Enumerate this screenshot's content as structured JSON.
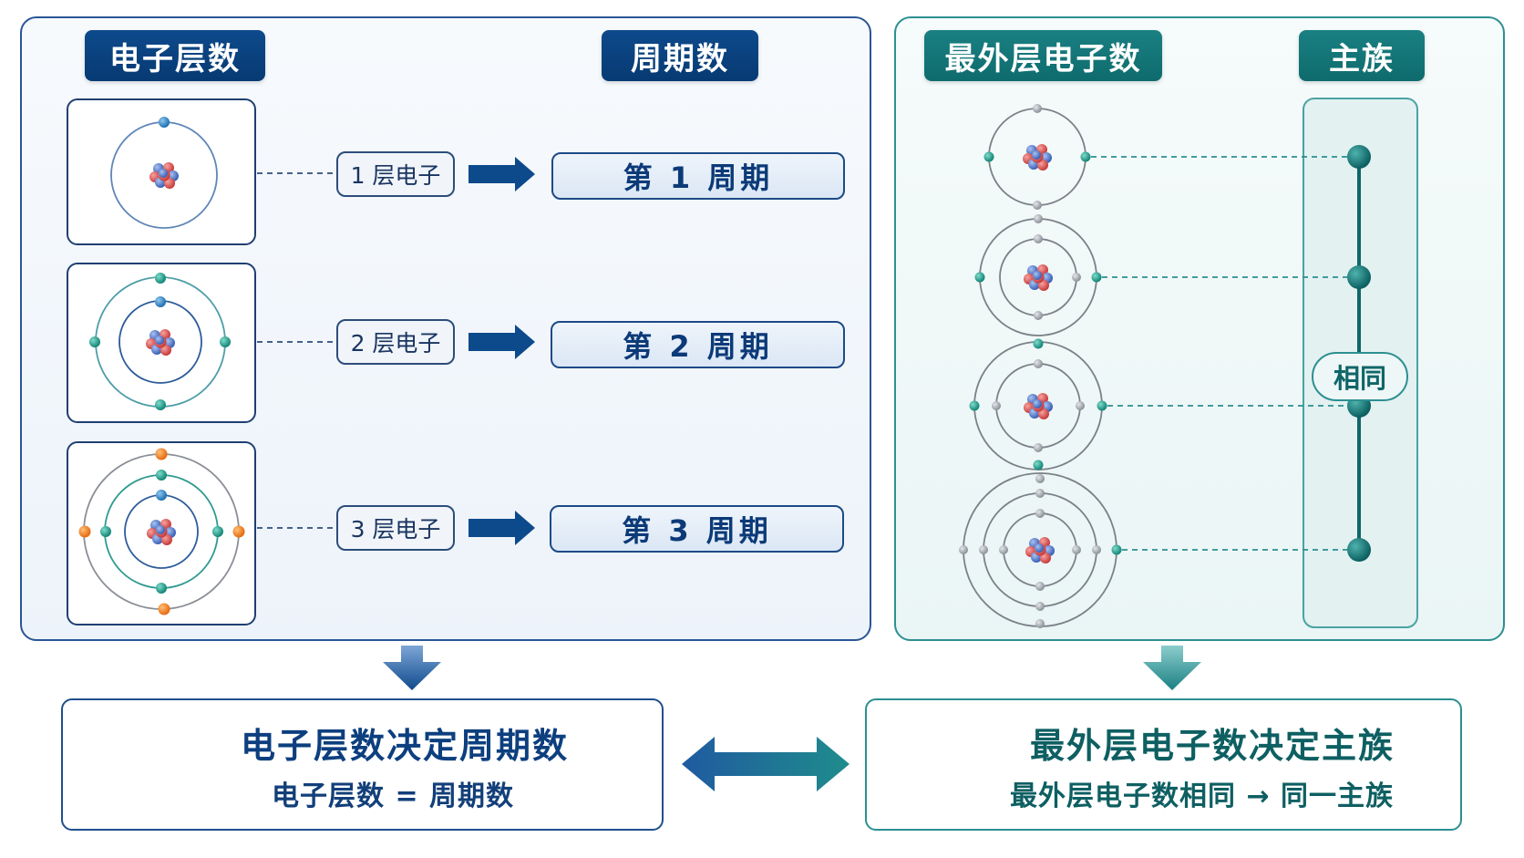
{
  "left_panel": {
    "header_left": "电子层数",
    "header_right": "周期数",
    "rows": [
      {
        "shell_label": "1 层电子",
        "period_label": "第 1 周期"
      },
      {
        "shell_label": "2 层电子",
        "period_label": "第 2 周期"
      },
      {
        "shell_label": "3 层电子",
        "period_label": "第 3 周期"
      }
    ]
  },
  "right_panel": {
    "header_left": "最外层电子数",
    "header_right": "主族",
    "same_label": "相同"
  },
  "bottom_left": {
    "title": "电子层数决定周期数",
    "subtitle": "电子层数 = 周期数"
  },
  "bottom_right": {
    "title": "最外层电子数决定主族",
    "subtitle": "最外层电子数相同 → 同一主族"
  },
  "colors": {
    "navy": "#0d4a8c",
    "teal": "#1a8082",
    "electron_blue": "#2a7fc0",
    "electron_teal": "#1f9a8f",
    "electron_orange": "#f07a1a",
    "electron_gray": "#a8adb3"
  }
}
